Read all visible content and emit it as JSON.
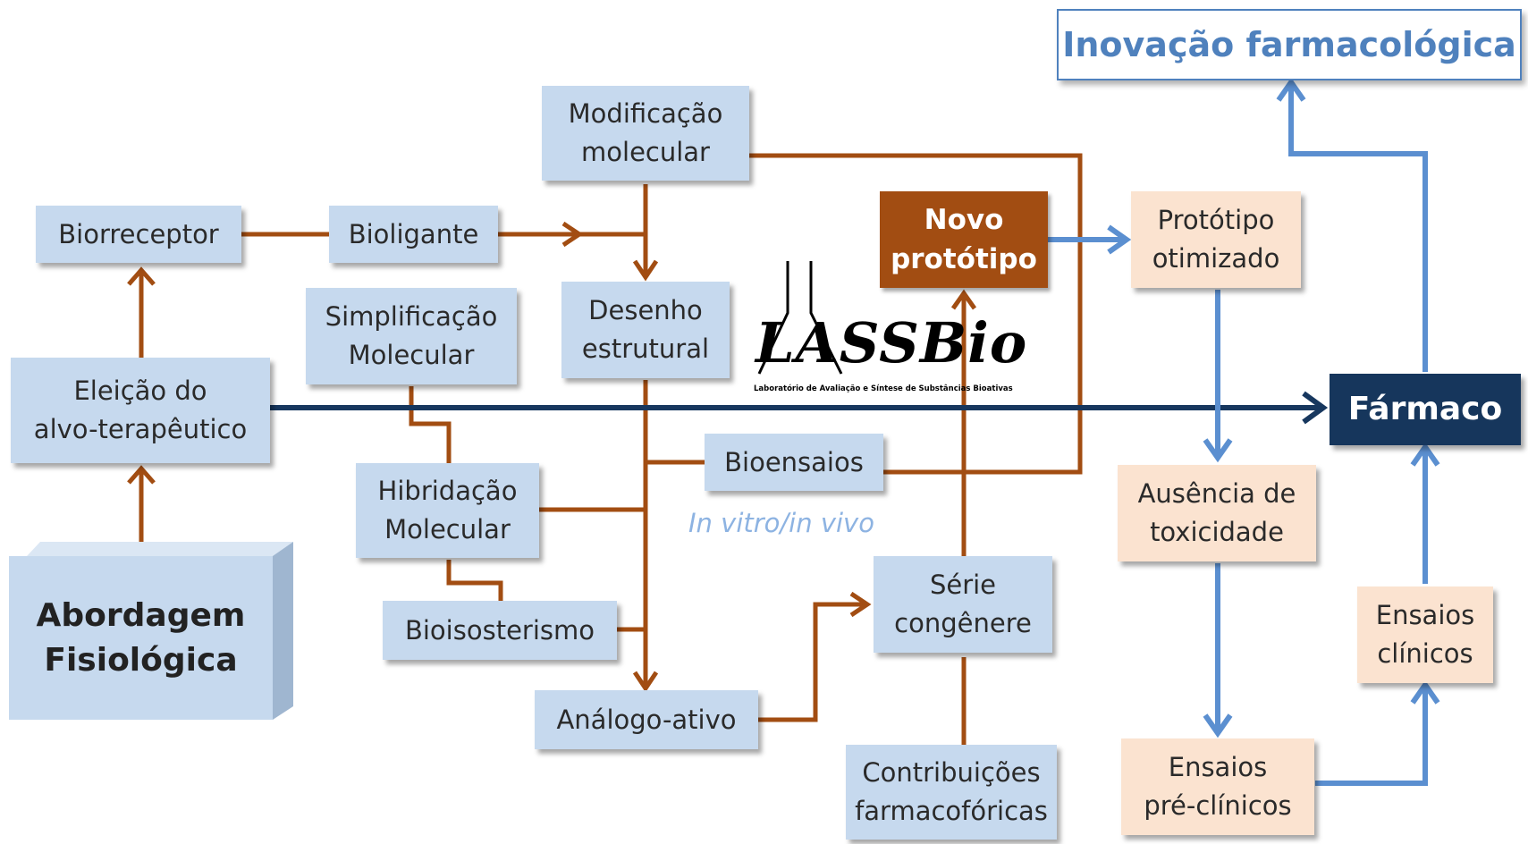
{
  "title": "Inovação farmacológica",
  "nodes": {
    "abordagem": [
      "Abordagem",
      "Fisiológica"
    ],
    "eleicao": [
      "Eleição do",
      "alvo-terapêutico"
    ],
    "biorreceptor": [
      "Biorreceptor"
    ],
    "bioligante": [
      "Bioligante"
    ],
    "modificacao": [
      "Modificação",
      "molecular"
    ],
    "desenho": [
      "Desenho",
      "estrutural"
    ],
    "simplificacao": [
      "Simplificação",
      "Molecular"
    ],
    "hibridacao": [
      "Hibridação",
      "Molecular"
    ],
    "bioisosterismo": [
      "Bioisosterismo"
    ],
    "analogo": [
      "Análogo-ativo"
    ],
    "bioensaios": [
      "Bioensaios"
    ],
    "serie": [
      "Série",
      "congênere"
    ],
    "contribuicoes": [
      "Contribuições",
      "farmacofóricas"
    ],
    "novo": [
      "Novo",
      "protótipo"
    ],
    "prototipo": [
      "Protótipo",
      "otimizado"
    ],
    "ausencia": [
      "Ausência de",
      "toxicidade"
    ],
    "preclinicos": [
      "Ensaios",
      "pré-clínicos"
    ],
    "clinicos": [
      "Ensaios",
      "clínicos"
    ],
    "farmaco": [
      "Fármaco"
    ]
  },
  "in_vitro_label": "In vitro/in vivo",
  "logo": {
    "name": "LASSBio",
    "subtitle": "Laboratório de Avaliação e Síntese de Substâncias Bioativas"
  },
  "colors": {
    "brown_arrow": "#a24d12",
    "blue_arrow": "#5b8fd0",
    "navy_arrow": "#17375e",
    "box_blue": "#c6d9ee",
    "box_peach": "#fbe3d0"
  }
}
